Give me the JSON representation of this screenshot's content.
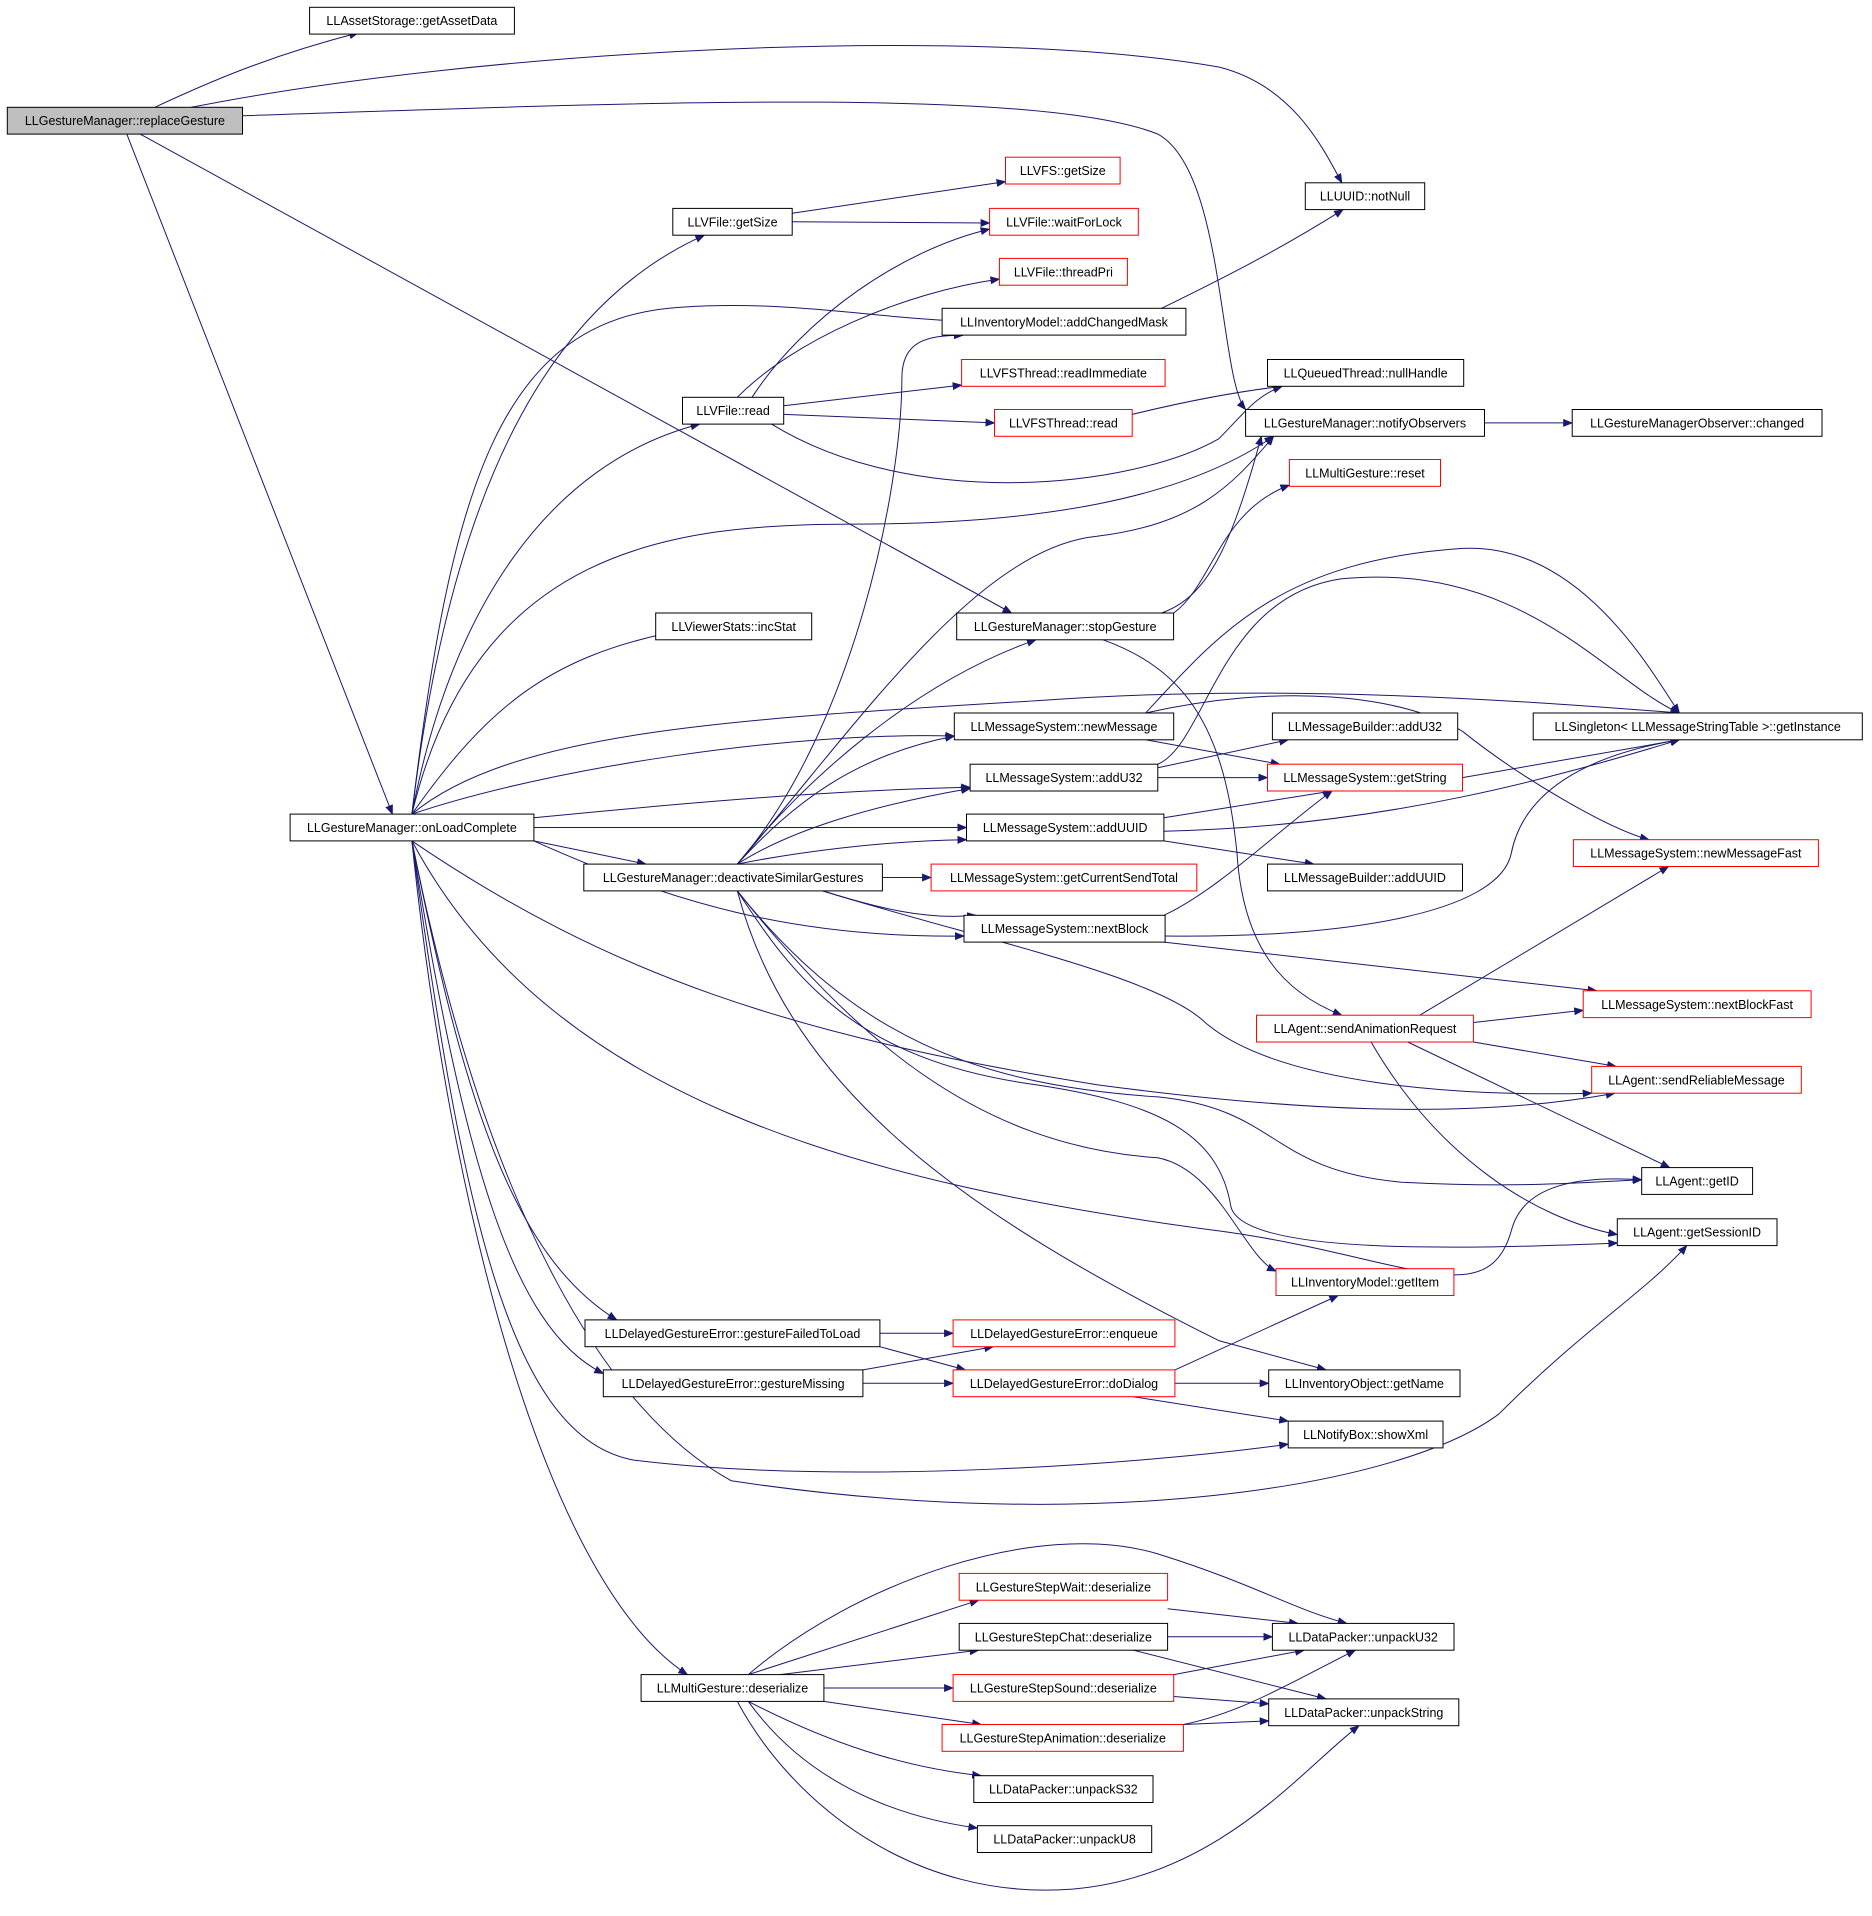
{
  "colors": {
    "edge": "#191970",
    "node_border_normal": "#000000",
    "node_border_truncated": "#ff0000",
    "root_fill": "#bfbfbf",
    "node_fill": "#ffffff"
  },
  "diagram": {
    "nodes": [
      {
        "id": "replaceGesture",
        "label": "LLGestureManager::replaceGesture",
        "style": "root"
      },
      {
        "id": "getAssetData",
        "label": "LLAssetStorage::getAssetData",
        "style": "normal"
      },
      {
        "id": "notNull",
        "label": "LLUUID::notNull",
        "style": "normal"
      },
      {
        "id": "vfsGetSize",
        "label": "LLVFS::getSize",
        "style": "truncated"
      },
      {
        "id": "fileGetSize",
        "label": "LLVFile::getSize",
        "style": "normal"
      },
      {
        "id": "waitForLock",
        "label": "LLVFile::waitForLock",
        "style": "truncated"
      },
      {
        "id": "threadPri",
        "label": "LLVFile::threadPri",
        "style": "truncated"
      },
      {
        "id": "addChangedMask",
        "label": "LLInventoryModel::addChangedMask",
        "style": "normal"
      },
      {
        "id": "readImmediate",
        "label": "LLVFSThread::readImmediate",
        "style": "truncated"
      },
      {
        "id": "nullHandle",
        "label": "LLQueuedThread::nullHandle",
        "style": "normal"
      },
      {
        "id": "fileRead",
        "label": "LLVFile::read",
        "style": "normal"
      },
      {
        "id": "vfsThreadRead",
        "label": "LLVFSThread::read",
        "style": "truncated"
      },
      {
        "id": "notifyObservers",
        "label": "LLGestureManager::notifyObservers",
        "style": "normal"
      },
      {
        "id": "changed",
        "label": "LLGestureManagerObserver::changed",
        "style": "normal"
      },
      {
        "id": "multiReset",
        "label": "LLMultiGesture::reset",
        "style": "truncated"
      },
      {
        "id": "incStat",
        "label": "LLViewerStats::incStat",
        "style": "normal"
      },
      {
        "id": "stopGesture",
        "label": "LLGestureManager::stopGesture",
        "style": "normal"
      },
      {
        "id": "newMessage",
        "label": "LLMessageSystem::newMessage",
        "style": "normal"
      },
      {
        "id": "builderAddU32",
        "label": "LLMessageBuilder::addU32",
        "style": "normal"
      },
      {
        "id": "getInstance",
        "label": "LLSingleton< LLMessageStringTable >::getInstance",
        "style": "normal"
      },
      {
        "id": "msAddU32",
        "label": "LLMessageSystem::addU32",
        "style": "normal"
      },
      {
        "id": "getString",
        "label": "LLMessageSystem::getString",
        "style": "truncated"
      },
      {
        "id": "onLoadComplete",
        "label": "LLGestureManager::onLoadComplete",
        "style": "normal"
      },
      {
        "id": "msAddUUID",
        "label": "LLMessageSystem::addUUID",
        "style": "normal"
      },
      {
        "id": "newMessageFast",
        "label": "LLMessageSystem::newMessageFast",
        "style": "truncated"
      },
      {
        "id": "deactivate",
        "label": "LLGestureManager::deactivateSimilarGestures",
        "style": "normal"
      },
      {
        "id": "getCurrentSendTotal",
        "label": "LLMessageSystem::getCurrentSendTotal",
        "style": "truncated"
      },
      {
        "id": "builderAddUUID",
        "label": "LLMessageBuilder::addUUID",
        "style": "normal"
      },
      {
        "id": "nextBlock",
        "label": "LLMessageSystem::nextBlock",
        "style": "normal"
      },
      {
        "id": "nextBlockFast",
        "label": "LLMessageSystem::nextBlockFast",
        "style": "truncated"
      },
      {
        "id": "sendAnimationRequest",
        "label": "LLAgent::sendAnimationRequest",
        "style": "truncated"
      },
      {
        "id": "sendReliableMessage",
        "label": "LLAgent::sendReliableMessage",
        "style": "truncated"
      },
      {
        "id": "getID",
        "label": "LLAgent::getID",
        "style": "normal"
      },
      {
        "id": "getSessionID",
        "label": "LLAgent::getSessionID",
        "style": "normal"
      },
      {
        "id": "getItem",
        "label": "LLInventoryModel::getItem",
        "style": "truncated"
      },
      {
        "id": "gestureFailedToLoad",
        "label": "LLDelayedGestureError::gestureFailedToLoad",
        "style": "normal"
      },
      {
        "id": "enqueue",
        "label": "LLDelayedGestureError::enqueue",
        "style": "truncated"
      },
      {
        "id": "gestureMissing",
        "label": "LLDelayedGestureError::gestureMissing",
        "style": "normal"
      },
      {
        "id": "doDialog",
        "label": "LLDelayedGestureError::doDialog",
        "style": "truncated"
      },
      {
        "id": "getName",
        "label": "LLInventoryObject::getName",
        "style": "normal"
      },
      {
        "id": "showXml",
        "label": "LLNotifyBox::showXml",
        "style": "normal"
      },
      {
        "id": "stepWait",
        "label": "LLGestureStepWait::deserialize",
        "style": "truncated"
      },
      {
        "id": "stepChat",
        "label": "LLGestureStepChat::deserialize",
        "style": "normal"
      },
      {
        "id": "unpackU32",
        "label": "LLDataPacker::unpackU32",
        "style": "normal"
      },
      {
        "id": "multiDeserialize",
        "label": "LLMultiGesture::deserialize",
        "style": "normal"
      },
      {
        "id": "stepSound",
        "label": "LLGestureStepSound::deserialize",
        "style": "truncated"
      },
      {
        "id": "unpackString",
        "label": "LLDataPacker::unpackString",
        "style": "normal"
      },
      {
        "id": "stepAnimation",
        "label": "LLGestureStepAnimation::deserialize",
        "style": "truncated"
      },
      {
        "id": "unpackS32",
        "label": "LLDataPacker::unpackS32",
        "style": "normal"
      },
      {
        "id": "unpackU8",
        "label": "LLDataPacker::unpackU8",
        "style": "normal"
      }
    ],
    "edges": [
      [
        "replaceGesture",
        "getAssetData"
      ],
      [
        "replaceGesture",
        "notNull"
      ],
      [
        "replaceGesture",
        "notifyObservers"
      ],
      [
        "replaceGesture",
        "stopGesture"
      ],
      [
        "replaceGesture",
        "onLoadComplete"
      ],
      [
        "fileGetSize",
        "vfsGetSize"
      ],
      [
        "fileGetSize",
        "waitForLock"
      ],
      [
        "fileRead",
        "waitForLock"
      ],
      [
        "fileRead",
        "threadPri"
      ],
      [
        "fileRead",
        "readImmediate"
      ],
      [
        "fileRead",
        "vfsThreadRead"
      ],
      [
        "fileRead",
        "nullHandle"
      ],
      [
        "vfsThreadRead",
        "nullHandle"
      ],
      [
        "addChangedMask",
        "notNull"
      ],
      [
        "notifyObservers",
        "changed"
      ],
      [
        "stopGesture",
        "notifyObservers"
      ],
      [
        "stopGesture",
        "multiReset"
      ],
      [
        "stopGesture",
        "addChangedMask"
      ],
      [
        "stopGesture",
        "sendAnimationRequest"
      ],
      [
        "onLoadComplete",
        "fileGetSize"
      ],
      [
        "onLoadComplete",
        "addChangedMask"
      ],
      [
        "onLoadComplete",
        "fileRead"
      ],
      [
        "onLoadComplete",
        "notifyObservers"
      ],
      [
        "onLoadComplete",
        "incStat"
      ],
      [
        "onLoadComplete",
        "getInstance"
      ],
      [
        "onLoadComplete",
        "newMessage"
      ],
      [
        "onLoadComplete",
        "msAddU32"
      ],
      [
        "onLoadComplete",
        "msAddUUID"
      ],
      [
        "onLoadComplete",
        "deactivate"
      ],
      [
        "onLoadComplete",
        "nextBlock"
      ],
      [
        "onLoadComplete",
        "sendReliableMessage"
      ],
      [
        "onLoadComplete",
        "getID"
      ],
      [
        "onLoadComplete",
        "getSessionID"
      ],
      [
        "onLoadComplete",
        "gestureFailedToLoad"
      ],
      [
        "onLoadComplete",
        "gestureMissing"
      ],
      [
        "onLoadComplete",
        "showXml"
      ],
      [
        "onLoadComplete",
        "multiDeserialize"
      ],
      [
        "deactivate",
        "getCurrentSendTotal"
      ],
      [
        "deactivate",
        "addChangedMask"
      ],
      [
        "deactivate",
        "notifyObservers"
      ],
      [
        "deactivate",
        "stopGesture"
      ],
      [
        "deactivate",
        "newMessage"
      ],
      [
        "deactivate",
        "msAddU32"
      ],
      [
        "deactivate",
        "msAddUUID"
      ],
      [
        "deactivate",
        "nextBlock"
      ],
      [
        "deactivate",
        "sendReliableMessage"
      ],
      [
        "deactivate",
        "getID"
      ],
      [
        "deactivate",
        "getSessionID"
      ],
      [
        "deactivate",
        "getItem"
      ],
      [
        "deactivate",
        "getName"
      ],
      [
        "newMessage",
        "getString"
      ],
      [
        "newMessage",
        "getInstance"
      ],
      [
        "newMessage",
        "newMessageFast"
      ],
      [
        "msAddU32",
        "builderAddU32"
      ],
      [
        "msAddU32",
        "getString"
      ],
      [
        "msAddU32",
        "getInstance"
      ],
      [
        "msAddUUID",
        "getString"
      ],
      [
        "msAddUUID",
        "getInstance"
      ],
      [
        "msAddUUID",
        "builderAddUUID"
      ],
      [
        "nextBlock",
        "getString"
      ],
      [
        "nextBlock",
        "getInstance"
      ],
      [
        "nextBlock",
        "nextBlockFast"
      ],
      [
        "getString",
        "getInstance"
      ],
      [
        "sendAnimationRequest",
        "newMessageFast"
      ],
      [
        "sendAnimationRequest",
        "nextBlockFast"
      ],
      [
        "sendAnimationRequest",
        "sendReliableMessage"
      ],
      [
        "sendAnimationRequest",
        "getID"
      ],
      [
        "sendAnimationRequest",
        "getSessionID"
      ],
      [
        "gestureFailedToLoad",
        "enqueue"
      ],
      [
        "gestureFailedToLoad",
        "doDialog"
      ],
      [
        "gestureMissing",
        "enqueue"
      ],
      [
        "gestureMissing",
        "doDialog"
      ],
      [
        "doDialog",
        "getItem"
      ],
      [
        "doDialog",
        "getName"
      ],
      [
        "doDialog",
        "showXml"
      ],
      [
        "multiDeserialize",
        "stepWait"
      ],
      [
        "multiDeserialize",
        "stepChat"
      ],
      [
        "multiDeserialize",
        "stepSound"
      ],
      [
        "multiDeserialize",
        "stepAnimation"
      ],
      [
        "multiDeserialize",
        "unpackU32"
      ],
      [
        "multiDeserialize",
        "unpackString"
      ],
      [
        "multiDeserialize",
        "unpackS32"
      ],
      [
        "multiDeserialize",
        "unpackU8"
      ],
      [
        "stepWait",
        "unpackU32"
      ],
      [
        "stepChat",
        "unpackU32"
      ],
      [
        "stepChat",
        "unpackString"
      ],
      [
        "stepSound",
        "unpackString"
      ],
      [
        "stepSound",
        "unpackU32"
      ],
      [
        "stepAnimation",
        "unpackString"
      ],
      [
        "stepAnimation",
        "unpackU32"
      ]
    ]
  }
}
